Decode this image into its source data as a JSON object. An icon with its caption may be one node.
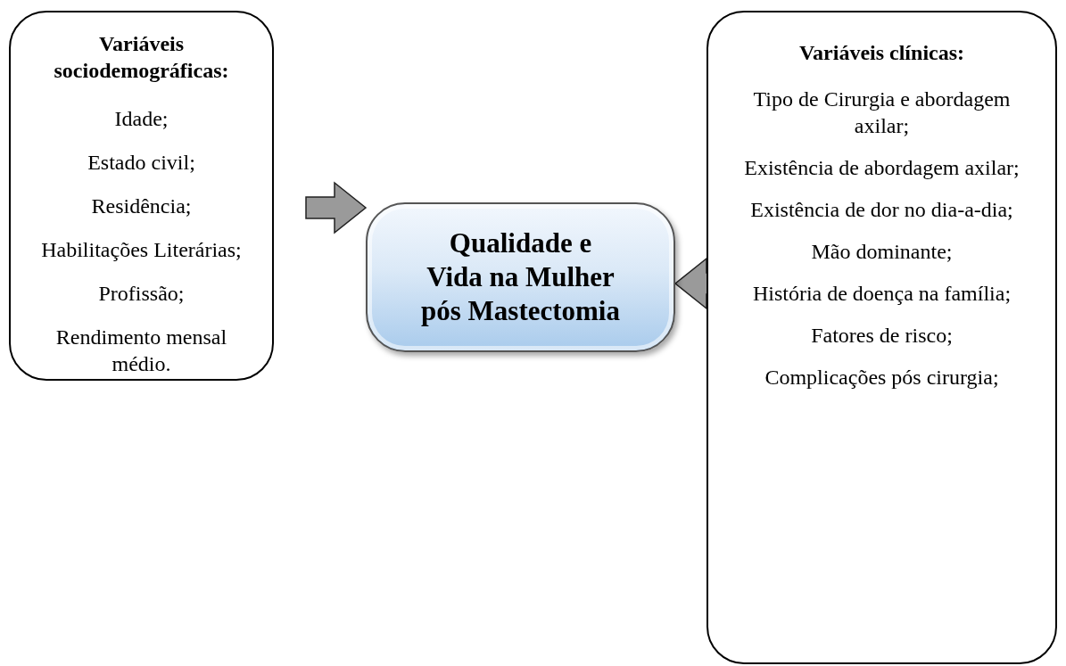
{
  "diagram": {
    "nodes": [
      {
        "text": [
          "Variáveis sociodemográficas:",
          "Idade;",
          "Estado civil;",
          "Residência;",
          "Habilitações Literárias;",
          "Profissão;",
          "Rendimento mensal médio."
        ]
      },
      {
        "text": [
          "Qualidade e Vida na Mulher pós Mastectomia"
        ]
      },
      {
        "text": [
          "Variáveis clínicas:",
          "Tipo de Cirurgia e abordagem axilar;",
          "Existência de abordagem axilar;",
          "Existência de dor no dia-a-dia;",
          "Mão dominante;",
          "História de doença na família;",
          "Fatores de risco;",
          "Complicações pós cirurgia;"
        ]
      }
    ],
    "edges": [
      {
        "from": 0,
        "to": 1,
        "arrow": "to"
      },
      {
        "from": 2,
        "to": 1,
        "arrow": "to"
      }
    ]
  }
}
